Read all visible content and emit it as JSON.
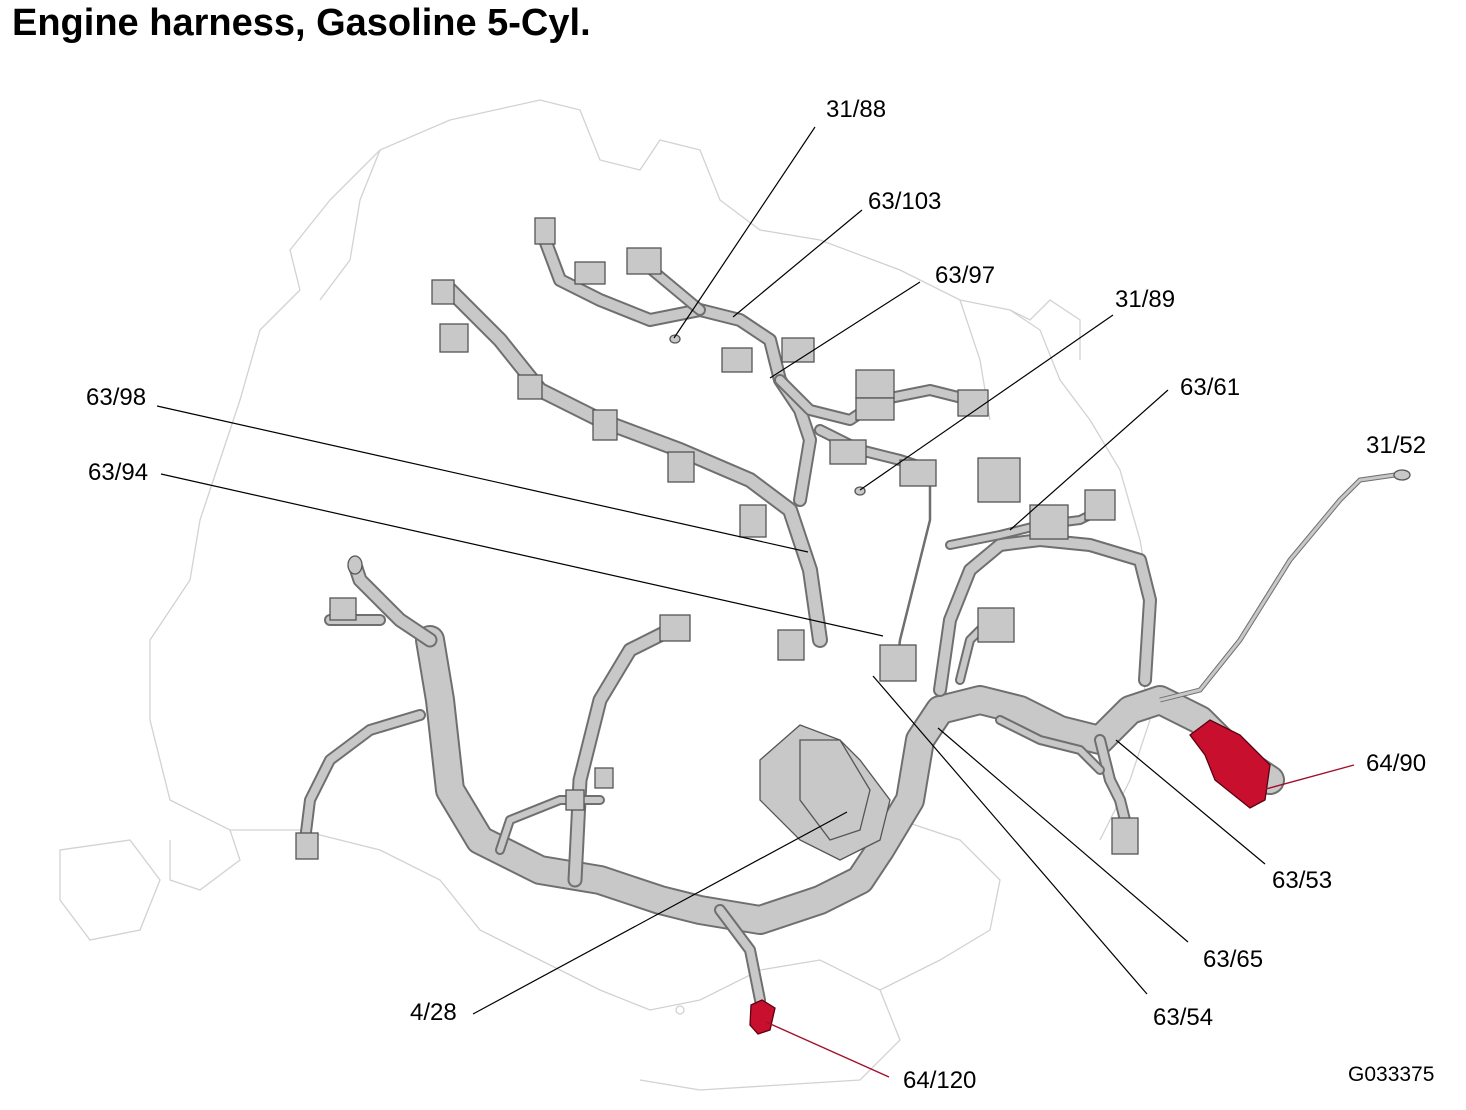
{
  "title": "Engine harness, Gasoline 5-Cyl.",
  "figure_code": "G033375",
  "accent_color": "#c8102e",
  "callouts": {
    "c31_88": "31/88",
    "c63_103": "63/103",
    "c63_97": "63/97",
    "c31_89": "31/89",
    "c63_61": "63/61",
    "c63_98": "63/98",
    "c63_94": "63/94",
    "c31_52": "31/52",
    "c64_90": "64/90",
    "c63_53": "63/53",
    "c63_65": "63/65",
    "c63_54": "63/54",
    "c4_28": "4/28",
    "c64_120": "64/120"
  }
}
